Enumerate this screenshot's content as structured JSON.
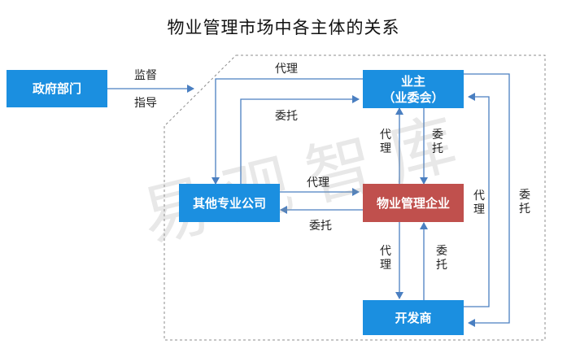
{
  "title": "物业管理市场中各主体的关系",
  "watermark": "易观智库",
  "nodes": {
    "government": "政府部门",
    "owner_line1": "业主",
    "owner_line2": "（业委会）",
    "other": "其他专业公司",
    "property": "物业管理企业",
    "developer": "开发商"
  },
  "edges": {
    "supervise": "监督",
    "guide": "指导",
    "top_agent": "代理",
    "top_entrust": "委托",
    "owner_prop_agent": "代理",
    "owner_prop_entrust": "委托",
    "other_prop_agent": "代理",
    "other_prop_entrust": "委托",
    "prop_dev_agent": "代理",
    "prop_dev_entrust": "委托",
    "right_agent": "代理",
    "right_entrust": "委托"
  },
  "colors": {
    "blue_box": "#1b8fe0",
    "red_box": "#c0504d",
    "arrow": "#4a7fc1",
    "frame": "#8c8c8c"
  }
}
